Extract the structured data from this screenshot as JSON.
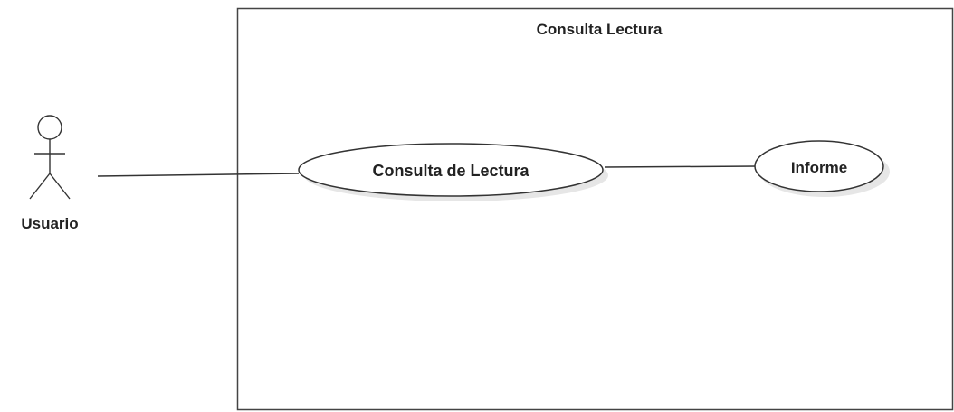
{
  "system": {
    "title": "Consulta Lectura"
  },
  "actor": {
    "name": "Usuario",
    "icon": "stick-figure-icon"
  },
  "use_cases": [
    {
      "label": "Consulta de Lectura"
    },
    {
      "label": "Informe"
    }
  ],
  "colors": {
    "line": "#333333",
    "shadow": "#e6e6e6",
    "text": "#222222"
  }
}
